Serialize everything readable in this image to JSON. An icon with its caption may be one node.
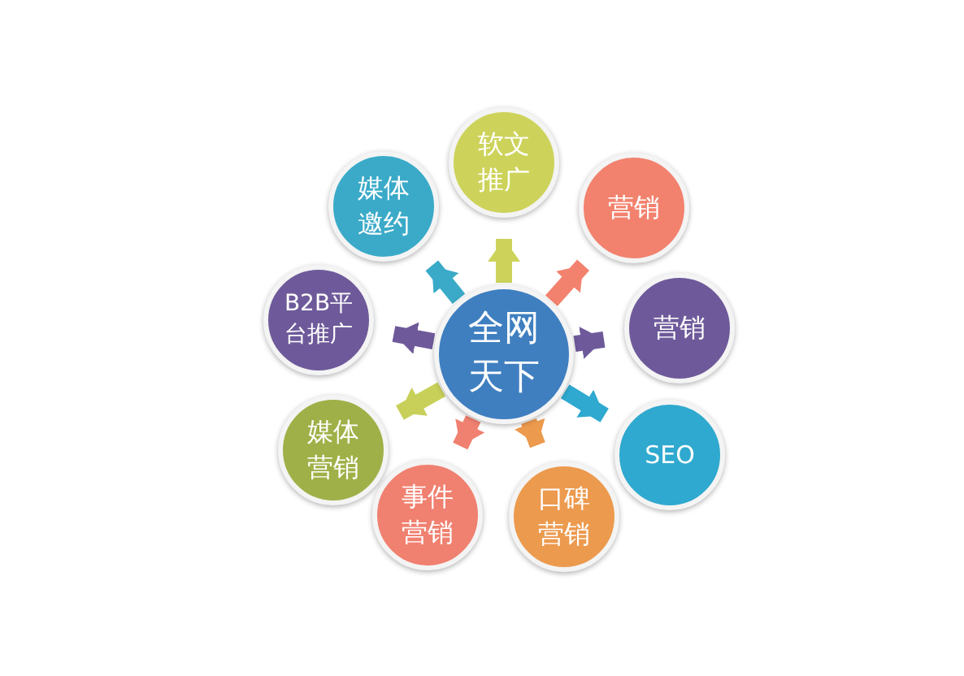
{
  "diagram": {
    "nodes": [
      {
        "text": [
          "全网天下"
        ]
      },
      {
        "text": [
          "软文推广"
        ]
      },
      {
        "text": [
          "营销"
        ]
      },
      {
        "text": [
          "营销"
        ]
      },
      {
        "text": [
          "SEO"
        ]
      },
      {
        "text": [
          "口碑营销"
        ]
      },
      {
        "text": [
          "事件营销"
        ]
      },
      {
        "text": [
          "媒体营销"
        ]
      },
      {
        "text": [
          "B2B平台推广"
        ]
      },
      {
        "text": [
          "媒体邀约"
        ]
      }
    ],
    "edges": [
      {
        "from": 0,
        "to": 1,
        "arrow": "to",
        "color": "#cdd35a"
      },
      {
        "from": 0,
        "to": 2,
        "arrow": "to",
        "color": "#f2826e"
      },
      {
        "from": 0,
        "to": 3,
        "arrow": "to",
        "color": "#6e5a9a"
      },
      {
        "from": 0,
        "to": 4,
        "arrow": "to",
        "color": "#2fa9cf"
      },
      {
        "from": 0,
        "to": 5,
        "arrow": "to",
        "color": "#ec9a4e"
      },
      {
        "from": 0,
        "to": 6,
        "arrow": "to",
        "color": "#f08070"
      },
      {
        "from": 0,
        "to": 7,
        "arrow": "to",
        "color": "#c8d05a"
      },
      {
        "from": 0,
        "to": 8,
        "arrow": "to",
        "color": "#6e5a9a"
      },
      {
        "from": 0,
        "to": 9,
        "arrow": "to",
        "color": "#3aaac8"
      }
    ]
  }
}
